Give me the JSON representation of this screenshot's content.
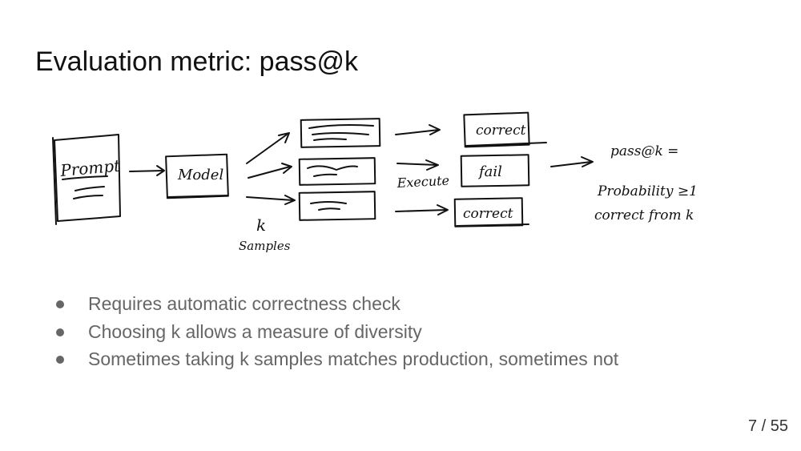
{
  "slide": {
    "title": "Evaluation metric: pass@k",
    "page_number": "7 / 55"
  },
  "diagram": {
    "prompt_label": "Prompt",
    "model_label": "Model",
    "k_label": "k",
    "samples_label": "Samples",
    "execute_label": "Execute",
    "results": [
      "correct",
      "fail",
      "correct"
    ],
    "pass_line1": "pass@k =",
    "pass_line2": "Probability ≥1",
    "pass_line3": "correct from k"
  },
  "bullets": [
    "Requires automatic correctness check",
    "Choosing k allows a measure of diversity",
    "Sometimes taking k samples matches production, sometimes not"
  ]
}
